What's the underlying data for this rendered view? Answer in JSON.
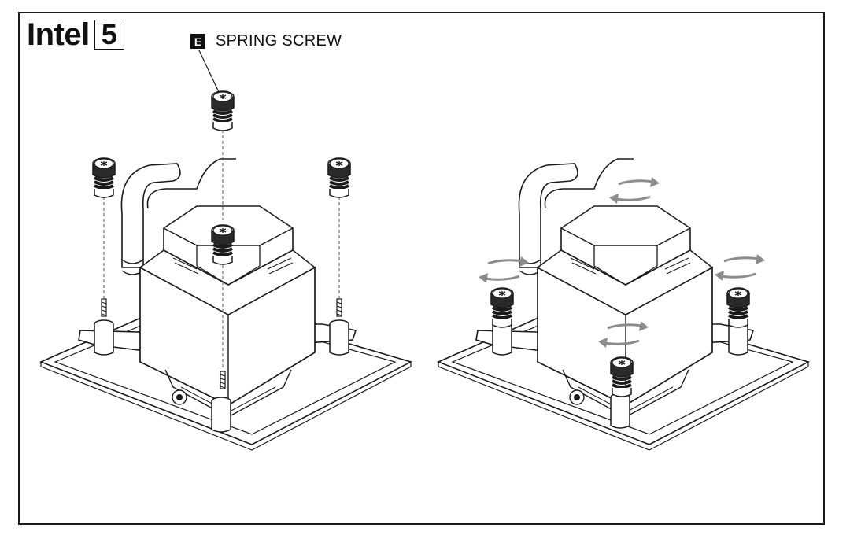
{
  "header": {
    "brand": "Intel",
    "step_number": "5"
  },
  "callout": {
    "badge": "E",
    "label": "SPRING SCREW"
  },
  "colors": {
    "line": "#1a1a1a",
    "rotation_arrow": "#8c8c8c",
    "background": "#ffffff"
  },
  "panels": {
    "left": {
      "icon": "spring-screw-drop-in-icon",
      "screws_shown": 4
    },
    "right": {
      "icon": "tighten-rotation-icon",
      "rotation_arrows": 4
    }
  }
}
